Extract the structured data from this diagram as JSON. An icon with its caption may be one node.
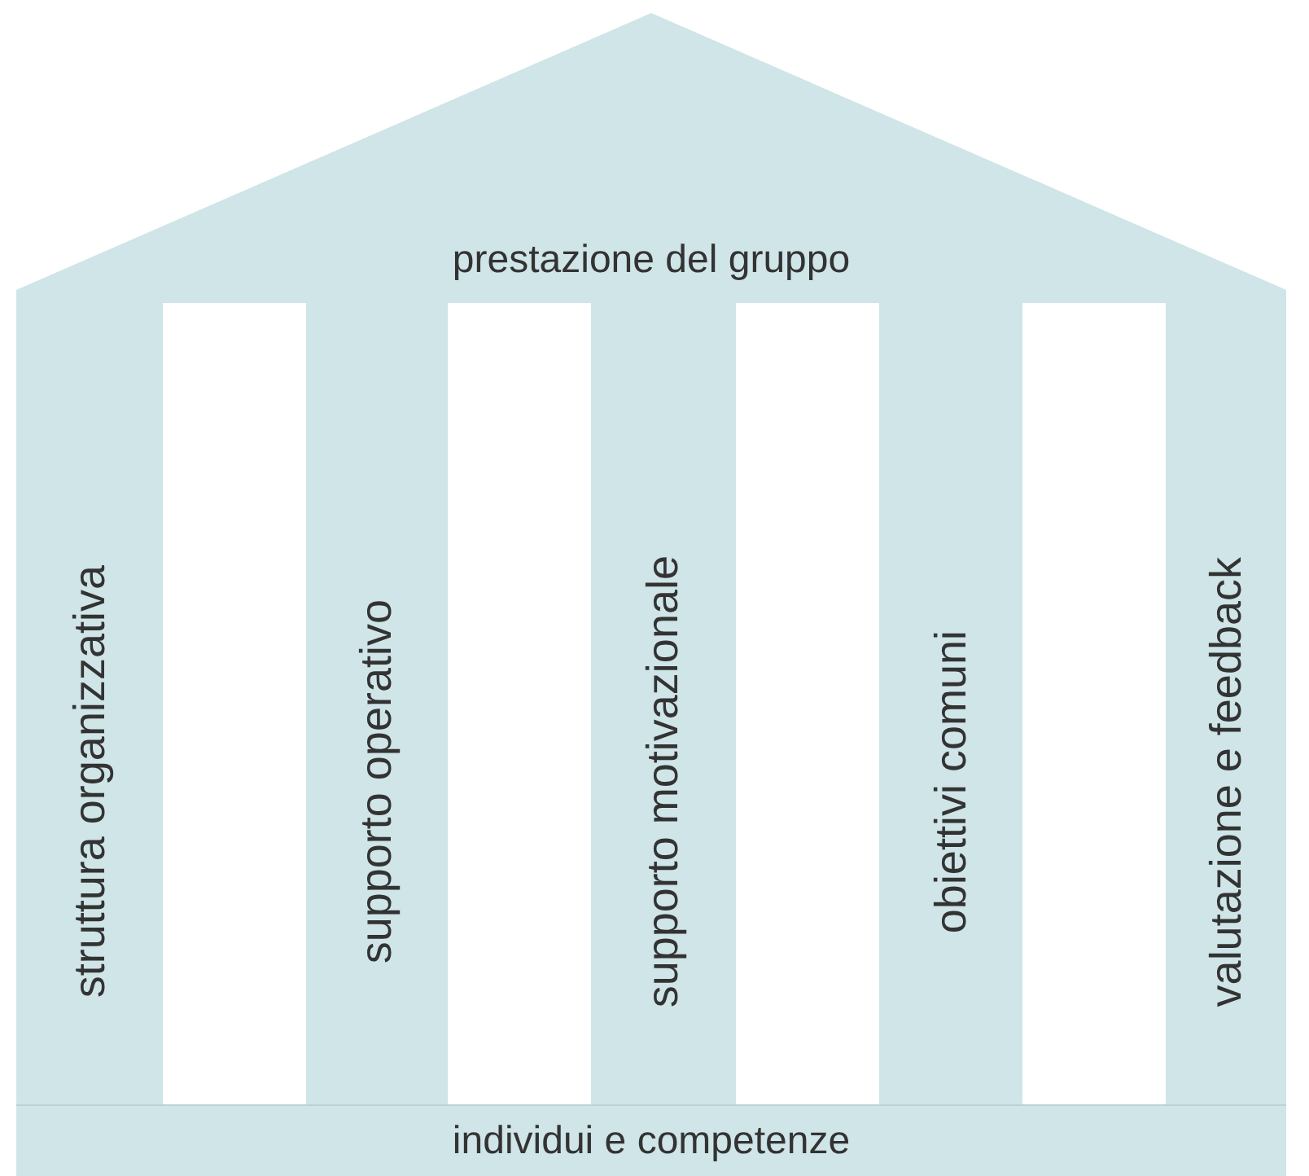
{
  "diagram": {
    "nodes": [
      {
        "text": [
          "prestazione del gruppo"
        ]
      },
      {
        "text": [
          "struttura organizzativa"
        ]
      },
      {
        "text": [
          "supporto operativo"
        ]
      },
      {
        "text": [
          "supporto motivazionale"
        ]
      },
      {
        "text": [
          "obiettivi comuni"
        ]
      },
      {
        "text": [
          "valutazione e feedback"
        ]
      },
      {
        "text": [
          "individui e competenze"
        ]
      }
    ]
  }
}
